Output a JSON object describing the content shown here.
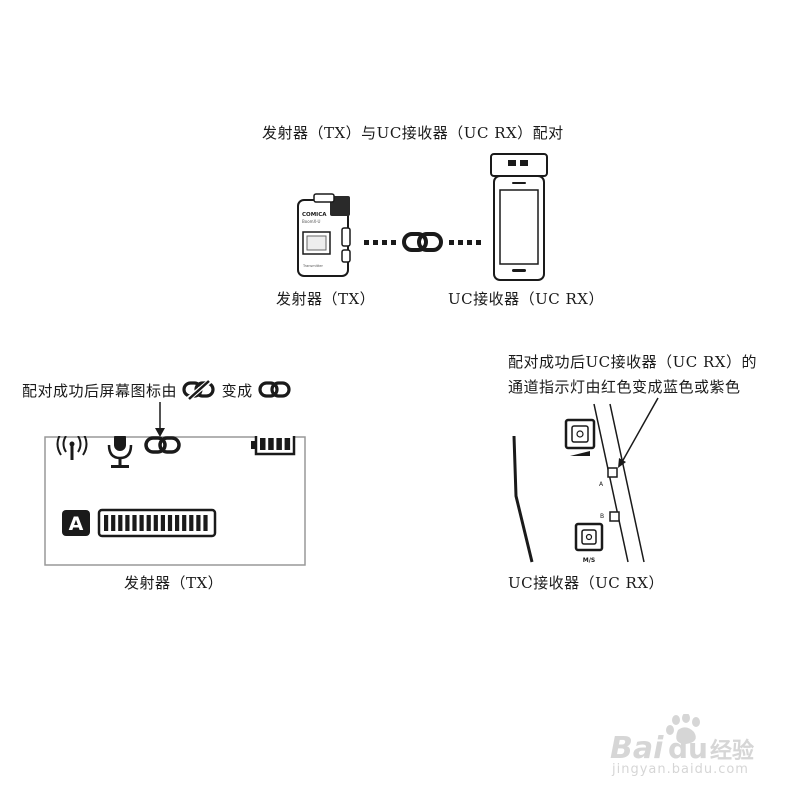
{
  "pairing": {
    "title": "发射器（TX）与UC接收器（UC RX）配对",
    "tx_label": "发射器（TX）",
    "rx_label": "UC接收器（UC RX）"
  },
  "tx_device": {
    "brand": "COMICA",
    "model": "BoomX-U",
    "sub": "Transmitter"
  },
  "lcd": {
    "note_prefix": "配对成功后屏幕图标由",
    "note_mid": "变成",
    "channel": "A",
    "level_bars": 15,
    "battery_bars": 4,
    "caption": "发射器（TX）"
  },
  "rx_panel": {
    "note_line1": "配对成功后UC接收器（UC RX）的",
    "note_line2": "通道指示灯由红色变成蓝色或紫色",
    "led_a": "A",
    "led_b": "B",
    "ms_label": "M/S",
    "caption": "UC接收器（UC RX）"
  },
  "watermark": {
    "logo": "Bai du 经验",
    "url": "jingyan.baidu.com"
  },
  "colors": {
    "ink": "#1a1a1a",
    "gray": "#777777",
    "watermark": "#d6d6d6"
  }
}
